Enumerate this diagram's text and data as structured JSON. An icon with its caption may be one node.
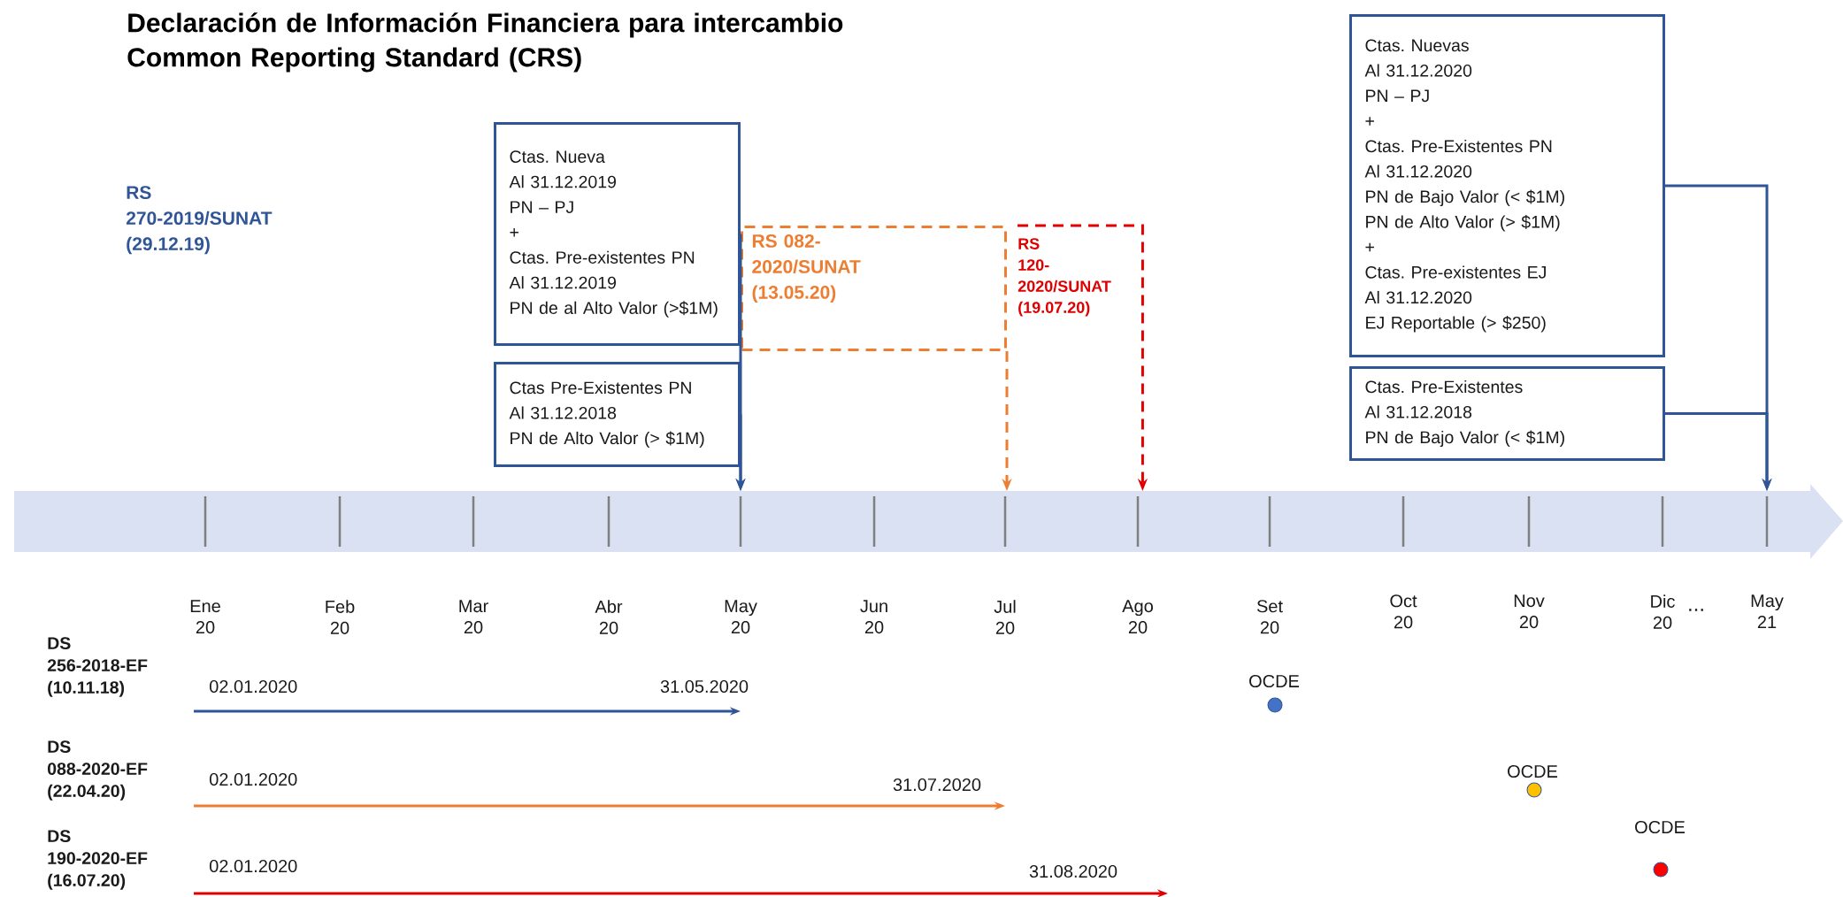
{
  "diagram": {
    "title": "Declaración de Información Financiera para intercambio Common Reporting Standard (CRS)",
    "nodes": [
      {
        "text": [
          "Ctas. Nueva",
          "Al 31.12.2019",
          "PN – PJ",
          "+",
          "Ctas. Pre-existentes PN",
          "Al 31.12.2019",
          "PN de al Alto Valor (>$1M)"
        ]
      },
      {
        "text": [
          "Ctas Pre-Existentes PN",
          "Al 31.12.2018",
          "PN de Alto Valor (> $1M)"
        ]
      },
      {
        "text": [
          "Ctas. Nuevas",
          "Al 31.12.2020",
          "PN – PJ",
          "+",
          "Ctas. Pre-Existentes PN",
          "Al 31.12.2020",
          "PN de Bajo Valor (< $1M)",
          "PN de Alto Valor (> $1M)",
          "+",
          "Ctas. Pre-existentes EJ",
          "Al 31.12.2020",
          "EJ Reportable (> $250)"
        ]
      },
      {
        "text": [
          "Ctas. Pre-Existentes",
          "Al 31.12.2018",
          "PN de Bajo Valor (< $1M)"
        ]
      },
      {
        "text": [
          "RS 082-2020/SUNAT (13.05.20)"
        ]
      },
      {
        "text": [
          "RS 120-2020/SUNAT (19.07.20)"
        ]
      },
      {
        "text": [],
        "shape": "arrow"
      }
    ],
    "edges": [
      {
        "from": 0,
        "to": 6,
        "arrow": "to"
      },
      {
        "from": 1,
        "to": 6,
        "arrow": "to"
      },
      {
        "from": 4,
        "to": 6,
        "arrow": "to",
        "style": "dashed",
        "color": "#ed7d31"
      },
      {
        "from": 5,
        "to": 6,
        "arrow": "to",
        "style": "dashed",
        "color": "#e00000"
      },
      {
        "from": 2,
        "to": 6,
        "arrow": "to"
      },
      {
        "from": 3,
        "to": 6,
        "arrow": "to"
      }
    ],
    "labels": [
      "RS 270-2019/SUNAT (29.12.19)",
      "Ene 20",
      "Feb 20",
      "Mar 20",
      "Abr 20",
      "May 20",
      "Jun 20",
      "Jul 20",
      "Ago 20",
      "Set 20",
      "Oct 20",
      "Nov 20",
      "Dic 20",
      "May 21",
      "...",
      "DS 256-2018-EF (10.11.18)",
      "02.01.2020",
      "31.05.2020",
      "OCDE",
      "DS 088-2020-EF (22.04.20)",
      "02.01.2020",
      "31.07.2020",
      "OCDE",
      "DS 190-2020-EF (16.07.20)",
      "02.01.2020",
      "31.08.2020",
      "OCDE"
    ]
  }
}
